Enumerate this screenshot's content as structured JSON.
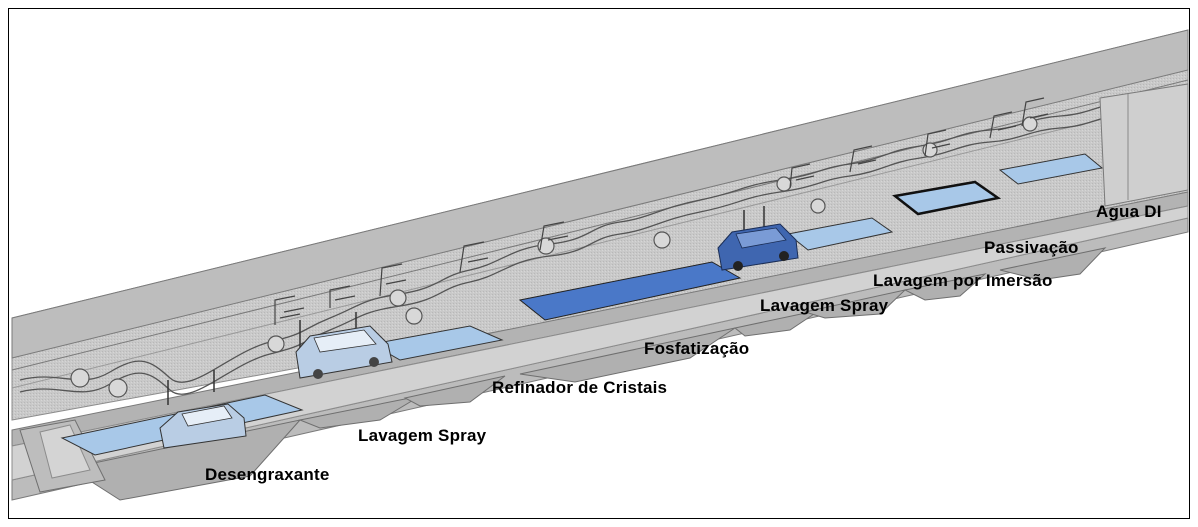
{
  "stages": [
    {
      "id": "desengraxante",
      "label": "Desengraxante"
    },
    {
      "id": "lavagem-spray-1",
      "label": "Lavagem Spray"
    },
    {
      "id": "refinador",
      "label": "Refinador de Cristais"
    },
    {
      "id": "fosfatizacao",
      "label": "Fosfatização"
    },
    {
      "id": "lavagem-spray-2",
      "label": "Lavagem Spray"
    },
    {
      "id": "lavagem-imersao",
      "label": "Lavagem por Imersão"
    },
    {
      "id": "passivacao",
      "label": "Passivação"
    },
    {
      "id": "agua-di",
      "label": "Agua DI"
    }
  ],
  "colors": {
    "structure": "#c8c8c8",
    "structure_shadow": "#a9a9a9",
    "structure_dark": "#8c8c8c",
    "bath_light": "#a8c8e8",
    "bath_dark": "#4a78c8",
    "car": "#3f66b0",
    "car_light": "#b9cde4",
    "line": "#555555"
  }
}
